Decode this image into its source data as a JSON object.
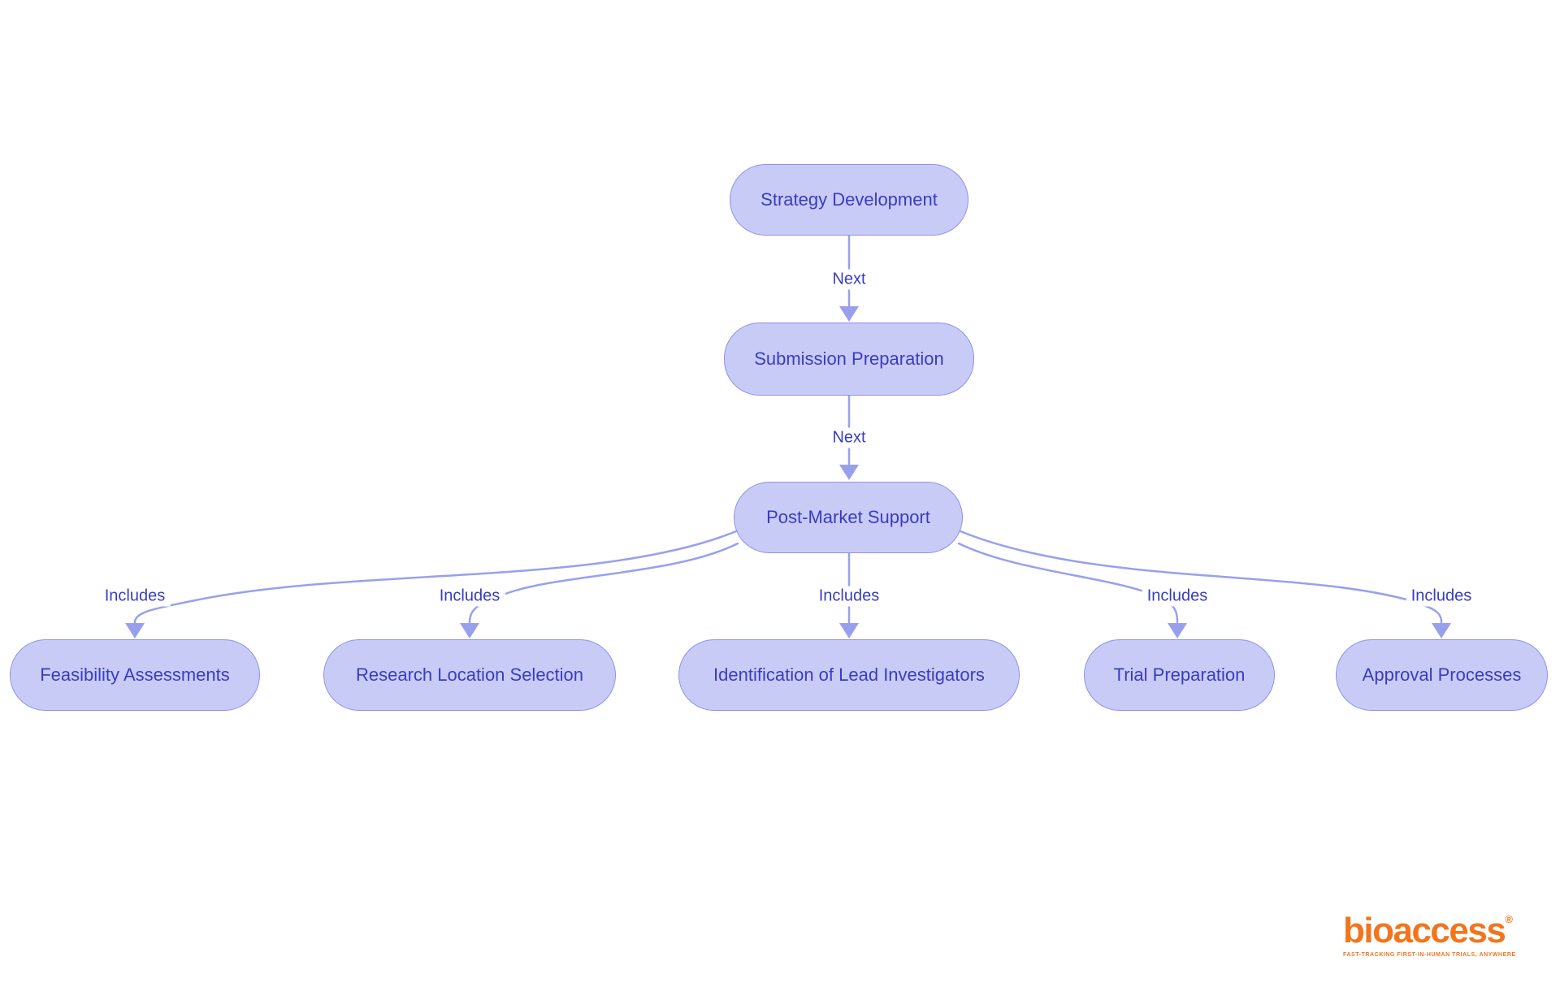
{
  "diagram": {
    "type": "flowchart",
    "nodes": [
      {
        "id": "strategy",
        "label": "Strategy Development"
      },
      {
        "id": "submission",
        "label": "Submission Preparation"
      },
      {
        "id": "postmarket",
        "label": "Post-Market Support"
      },
      {
        "id": "feasibility",
        "label": "Feasibility Assessments"
      },
      {
        "id": "research",
        "label": "Research Location Selection"
      },
      {
        "id": "identification",
        "label": "Identification of Lead Investigators"
      },
      {
        "id": "trial",
        "label": "Trial Preparation"
      },
      {
        "id": "approval",
        "label": "Approval Processes"
      }
    ],
    "edges": [
      {
        "from": "strategy",
        "to": "submission",
        "label": "Next"
      },
      {
        "from": "submission",
        "to": "postmarket",
        "label": "Next"
      },
      {
        "from": "postmarket",
        "to": "feasibility",
        "label": "Includes"
      },
      {
        "from": "postmarket",
        "to": "research",
        "label": "Includes"
      },
      {
        "from": "postmarket",
        "to": "identification",
        "label": "Includes"
      },
      {
        "from": "postmarket",
        "to": "trial",
        "label": "Includes"
      },
      {
        "from": "postmarket",
        "to": "approval",
        "label": "Includes"
      }
    ],
    "colors": {
      "node_fill": "#c9cbf7",
      "node_border": "#8d92e8",
      "node_text": "#383dc0",
      "edge": "#98a0ee",
      "edge_label_text": "#383dc0",
      "background": "#ffffff"
    }
  },
  "logo": {
    "brand": "bioaccess",
    "registered_mark": "®",
    "tagline": "FAST-TRACKING FIRST-IN-HUMAN TRIALS, ANYWHERE",
    "color": "#f2751d"
  }
}
